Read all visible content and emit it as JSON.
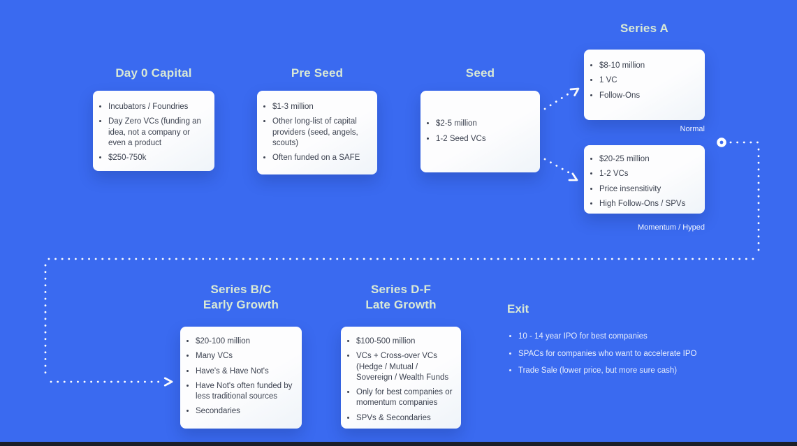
{
  "colors": {
    "background": "#3a6af0",
    "heading_text": "#d9e9d5",
    "card_background": "#fbfcfe",
    "card_text": "#3c4250",
    "label_text": "#f1f5fe",
    "connector": "#ffffff",
    "bottom_bar": "#1b1e28"
  },
  "stages": {
    "day0": {
      "title": "Day 0 Capital",
      "bullets": [
        "Incubators / Foundries",
        "Day Zero VCs (funding an idea, not a company or even a product",
        "$250-750k"
      ]
    },
    "preseed": {
      "title": "Pre Seed",
      "bullets": [
        "$1-3 million",
        "Other long-list of capital providers (seed, angels, scouts)",
        "Often funded on a SAFE"
      ]
    },
    "seed": {
      "title": "Seed",
      "bullets": [
        "$2-5 million",
        "1-2 Seed VCs"
      ]
    },
    "series_a": {
      "title": "Series A",
      "normal": {
        "label": "Normal",
        "bullets": [
          "$8-10 million",
          "1 VC",
          "Follow-Ons"
        ]
      },
      "momentum": {
        "label": "Momentum / Hyped",
        "bullets": [
          "$20-25 million",
          "1-2 VCs",
          "Price insensitivity",
          "High Follow-Ons / SPVs"
        ]
      }
    },
    "series_bc": {
      "title_line1": "Series B/C",
      "title_line2": "Early Growth",
      "bullets": [
        "$20-100 million",
        "Many VCs",
        "Have's & Have Not's",
        "Have Not's often funded by less traditional sources",
        "Secondaries"
      ]
    },
    "series_df": {
      "title_line1": "Series D-F",
      "title_line2": "Late Growth",
      "bullets": [
        "$100-500 million",
        "VCs + Cross-over VCs (Hedge / Mutual / Sovereign / Wealth Funds",
        "Only for best companies or momentum companies",
        "SPVs & Secondaries"
      ]
    },
    "exit": {
      "title": "Exit",
      "bullets": [
        "10 - 14 year IPO for best companies",
        "SPACs for companies who want to accelerate IPO",
        "Trade Sale (lower price, but more sure cash)"
      ]
    }
  }
}
